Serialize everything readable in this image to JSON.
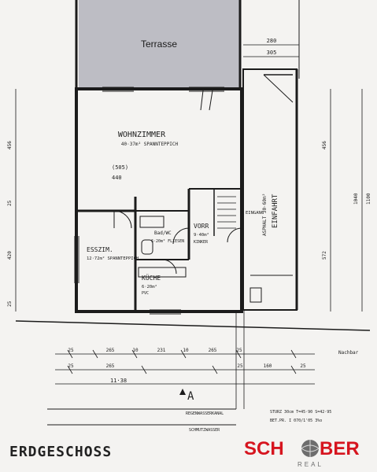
{
  "plan": {
    "terrace": "Terrasse",
    "living_name": "WOHNZIMMER",
    "living_area": "40·37m² SPANNTEPPICH",
    "living_note": "(505)",
    "living_width": "440",
    "dining_name": "ESSZIM.",
    "dining_area": "12·72m² SPANNTEPPICH",
    "bath_name": "Bad/WC",
    "bath_area": "6·20m² FLIESEN",
    "hall_name": "VORR",
    "hall_area": "9·40m²",
    "hall_floor": "KINKER",
    "kitchen_name": "KÜCHE",
    "kitchen_area": "6·20m²",
    "kitchen_floor": "PVC",
    "entrance_label": "EINGANG",
    "driveway_label": "EINFAHRT",
    "driveway_floor": "ASPHALT 30·60m²",
    "shed_label": "Nachbar",
    "floor_title": "ERDGESCHOSS",
    "total_width": "11·38",
    "section_mark": "A",
    "sewer_label": "REGENWASSERKANAL",
    "dirt_sewer_label": "SCHMUTZWASSER",
    "level_info": "STURZ 30cm  T=45·90  S=42·95",
    "plan_ref": "BET.PR. I  070/1'05  3%o",
    "dim_top": [
      "280",
      "305"
    ],
    "dim_bottom_row1": [
      "25",
      "265",
      "10",
      "231",
      "10",
      "265",
      "25"
    ],
    "dim_bottom_row2": [
      "25",
      "265",
      "25",
      "160",
      "25"
    ],
    "dim_left": [
      "456",
      "25",
      "420",
      "25"
    ],
    "dim_right": [
      "456",
      "1040",
      "1100",
      "572"
    ]
  },
  "logo": {
    "text_part1": "SCH",
    "text_part2": "BER",
    "sub": "REAL"
  },
  "colors": {
    "ink": "#1b1b1b",
    "terrace_fill": "#bdbdc4",
    "logo_red": "#d6151f",
    "logo_grey": "#6d6d6d"
  }
}
